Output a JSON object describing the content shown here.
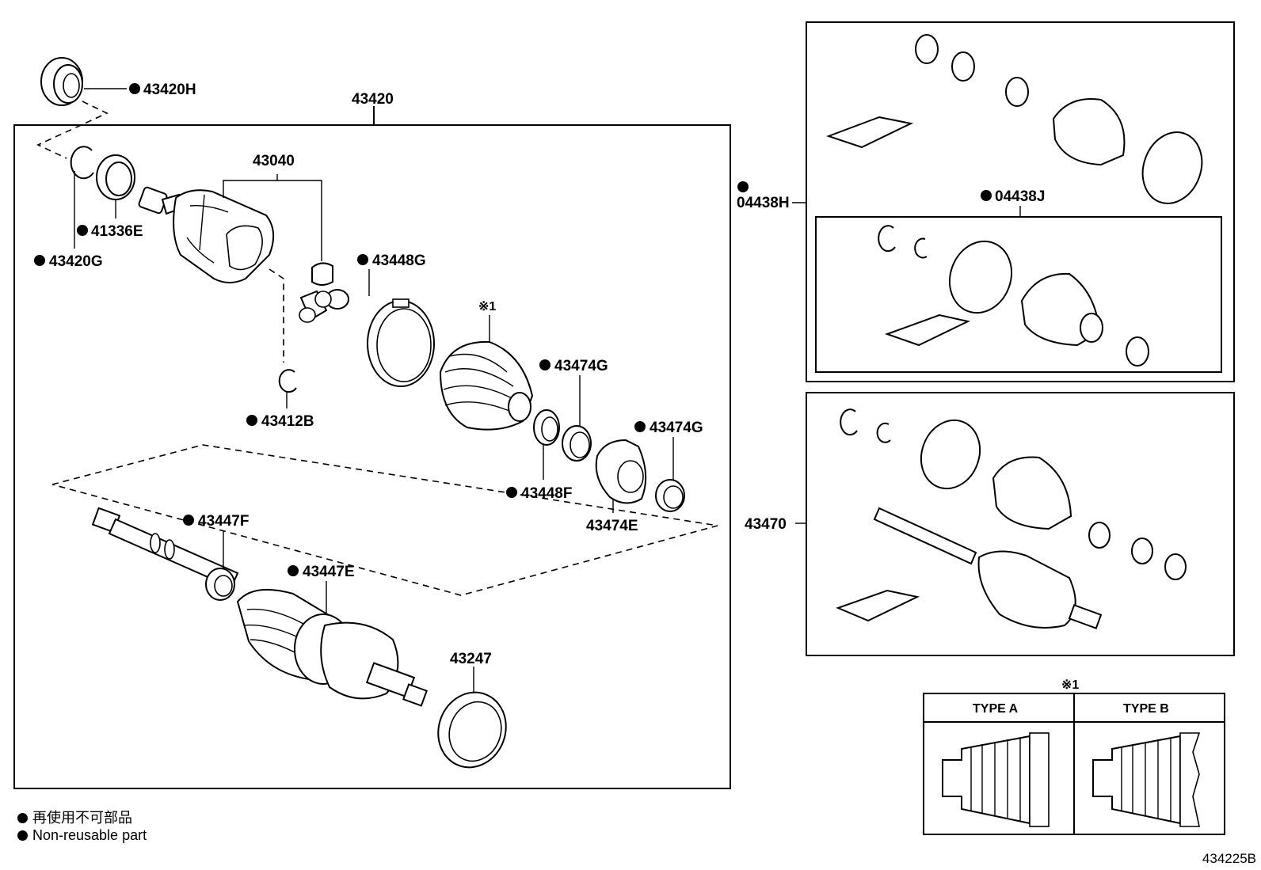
{
  "parts": {
    "p43420H": "43420H",
    "p43420": "43420",
    "p43040": "43040",
    "p41336E": "41336E",
    "p43420G": "43420G",
    "p43448G": "43448G",
    "ref1": "※1",
    "p43474G_a": "43474G",
    "p43474G_b": "43474G",
    "p43412B": "43412B",
    "p43448F": "43448F",
    "p43474E": "43474E",
    "p43447F": "43447F",
    "p43447E": "43447E",
    "p43247": "43247",
    "p04438H": "04438H",
    "p04438J": "04438J",
    "p43470": "43470"
  },
  "inset": {
    "ref": "※1",
    "type_a": "TYPE A",
    "type_b": "TYPE B"
  },
  "legend": {
    "line_jp": "再使用不可部品",
    "line_en": "Non-reusable part",
    "marker_icon": "filled-circle-icon"
  },
  "diagram_code": "434225B"
}
